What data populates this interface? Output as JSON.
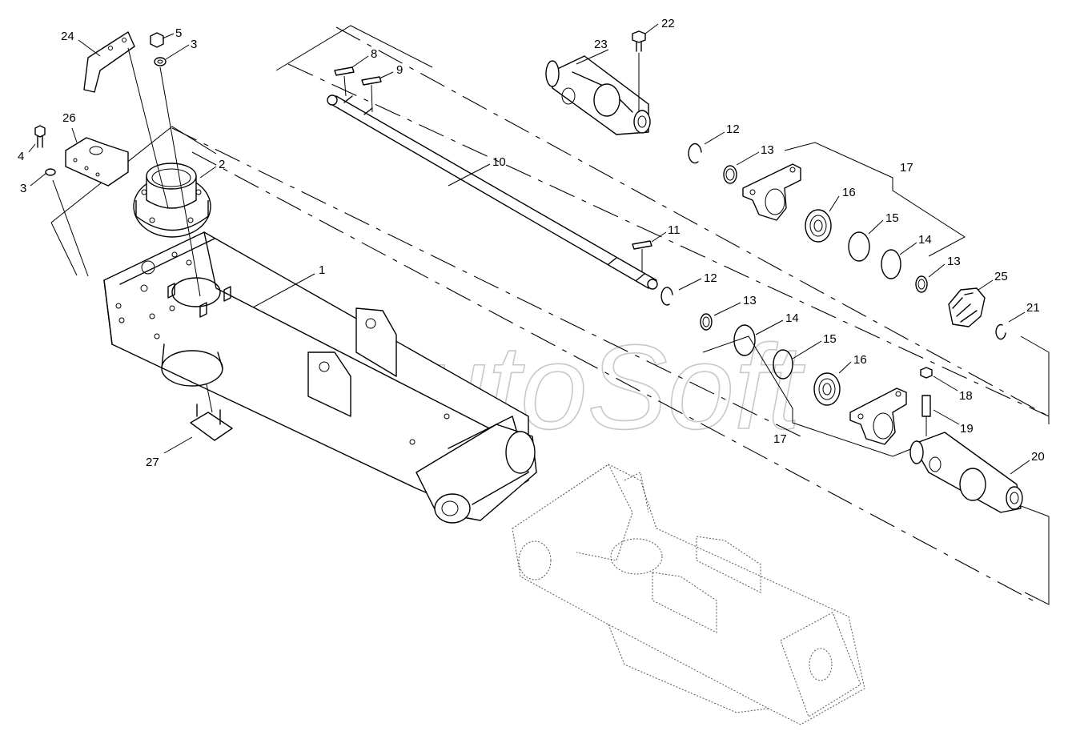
{
  "watermark": "AutoSoft",
  "callouts": [
    {
      "id": "c24",
      "text": "24"
    },
    {
      "id": "c5",
      "text": "5"
    },
    {
      "id": "c3a",
      "text": "3"
    },
    {
      "id": "c26",
      "text": "26"
    },
    {
      "id": "c4",
      "text": "4"
    },
    {
      "id": "c3b",
      "text": "3"
    },
    {
      "id": "c2",
      "text": "2"
    },
    {
      "id": "c1",
      "text": "1"
    },
    {
      "id": "c27",
      "text": "27"
    },
    {
      "id": "c8",
      "text": "8"
    },
    {
      "id": "c9",
      "text": "9"
    },
    {
      "id": "c10",
      "text": "10"
    },
    {
      "id": "c11",
      "text": "11"
    },
    {
      "id": "c12a",
      "text": "12"
    },
    {
      "id": "c13a",
      "text": "13"
    },
    {
      "id": "c14a",
      "text": "14"
    },
    {
      "id": "c15a",
      "text": "15"
    },
    {
      "id": "c16a",
      "text": "16"
    },
    {
      "id": "c17a",
      "text": "17"
    },
    {
      "id": "c22",
      "text": "22"
    },
    {
      "id": "c23",
      "text": "23"
    },
    {
      "id": "c12b",
      "text": "12"
    },
    {
      "id": "c13b",
      "text": "13"
    },
    {
      "id": "c17b",
      "text": "17"
    },
    {
      "id": "c16b",
      "text": "16"
    },
    {
      "id": "c15b",
      "text": "15"
    },
    {
      "id": "c14b",
      "text": "14"
    },
    {
      "id": "c13c",
      "text": "13"
    },
    {
      "id": "c25",
      "text": "25"
    },
    {
      "id": "c21",
      "text": "21"
    },
    {
      "id": "c18",
      "text": "18"
    },
    {
      "id": "c19",
      "text": "19"
    },
    {
      "id": "c20",
      "text": "20"
    }
  ]
}
